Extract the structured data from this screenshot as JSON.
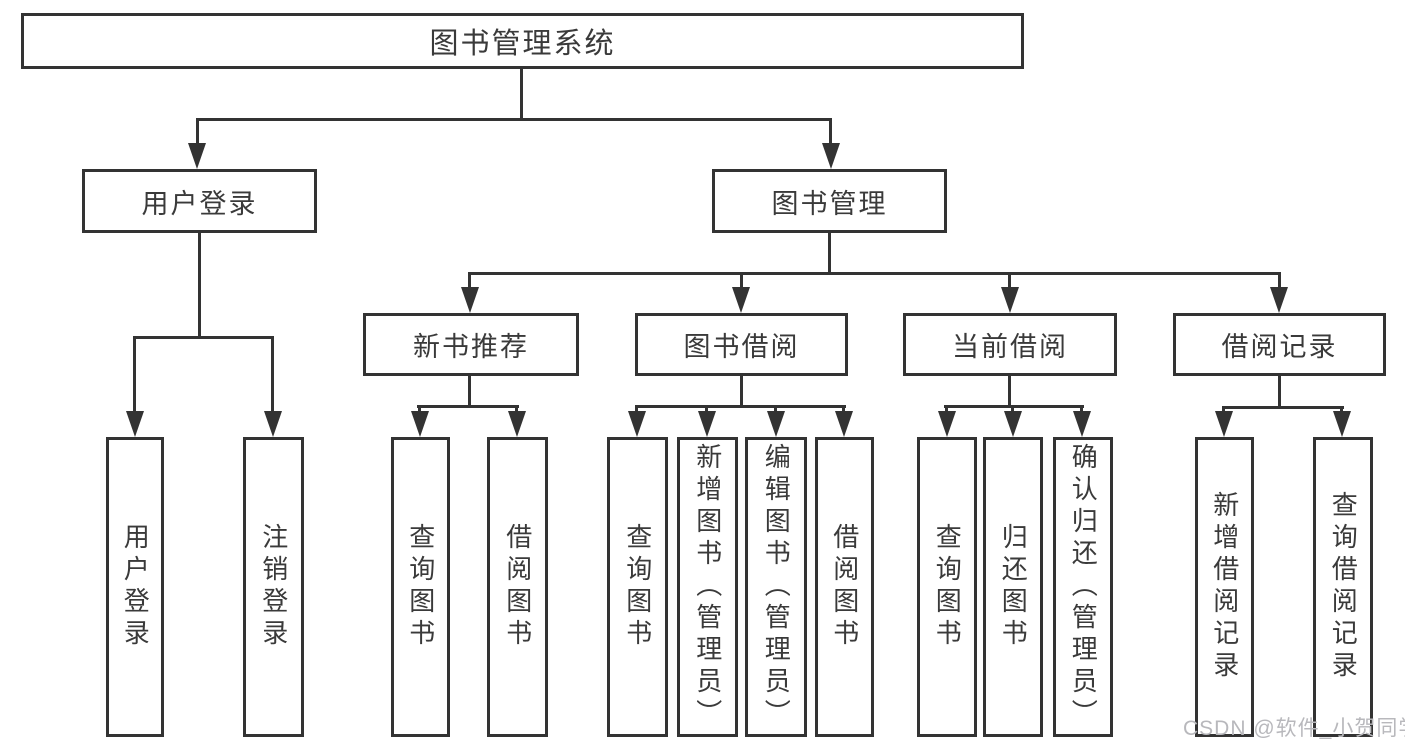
{
  "nodes": {
    "root": "图书管理系统",
    "user_login": "用户登录",
    "book_mgmt": "图书管理",
    "new_book_rec": "新书推荐",
    "book_borrow": "图书借阅",
    "current_borrow": "当前借阅",
    "borrow_records": "借阅记录",
    "leaf_user_login": "用户登录",
    "leaf_logout": "注销登录",
    "leaf_query_books_1": "查询图书",
    "leaf_borrow_books_1": "借阅图书",
    "leaf_query_books_2": "查询图书",
    "leaf_add_books_admin": "新增图书（管理员）",
    "leaf_edit_books_admin": "编辑图书（管理员）",
    "leaf_borrow_books_2": "借阅图书",
    "leaf_query_books_3": "查询图书",
    "leaf_return_books": "归还图书",
    "leaf_confirm_return_admin": "确认归还（管理员）",
    "leaf_add_borrow_record": "新增借阅记录",
    "leaf_query_borrow_record": "查询借阅记录"
  },
  "watermark": "CSDN @软件_小贺同学",
  "colors": {
    "line": "#333333",
    "text": "#3a3a3a",
    "watermark": "#b8b8bc",
    "background": "#ffffff"
  }
}
